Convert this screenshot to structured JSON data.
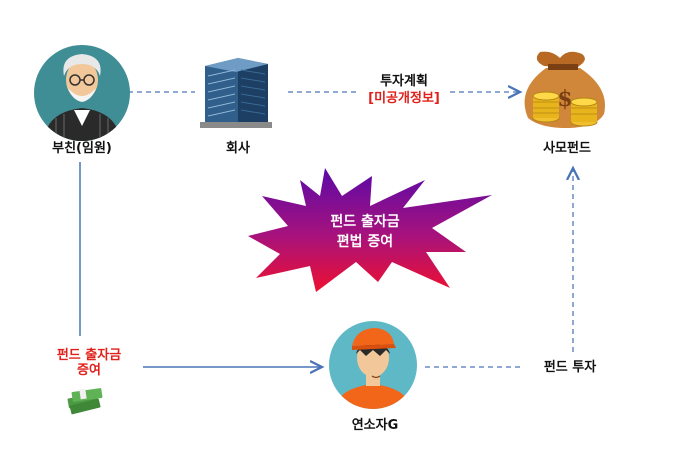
{
  "nodes": {
    "father": {
      "label": "부친(임원)"
    },
    "company": {
      "label": "회사"
    },
    "fund": {
      "label": "사모펀드"
    },
    "child": {
      "label": "연소자G"
    }
  },
  "edges": {
    "investment_plan": {
      "label": "투자계획",
      "sub_label": "[미공개정보]"
    },
    "gift": {
      "line1": "펀드 출자금",
      "line2": "증여"
    },
    "fund_invest": {
      "label": "펀드 투자"
    }
  },
  "burst": {
    "line1": "펀드 출자금",
    "line2": "편법 증여"
  },
  "colors": {
    "line": "#4a73b8",
    "dashed": "#6b8cc6",
    "highlight_text": "#e0201a",
    "person_circle": "#3f8e95",
    "child_circle": "#5fb8c6",
    "burst_gradient": [
      "#6a0dad",
      "#b0127a",
      "#e8103a"
    ]
  }
}
